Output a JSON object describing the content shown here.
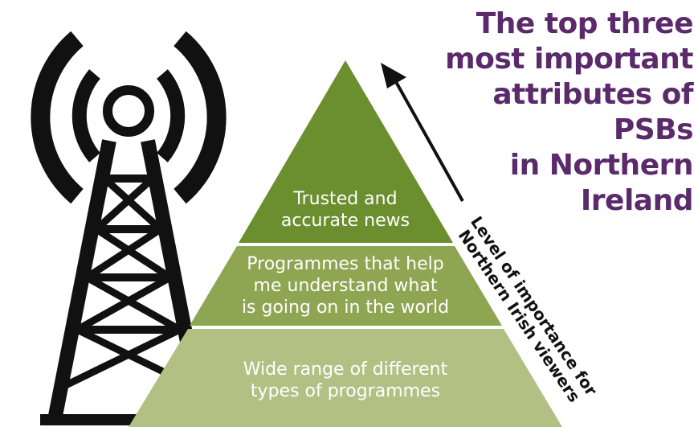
{
  "title": {
    "lines": [
      "The top three",
      "most important",
      "attributes of PSBs",
      "in Northern",
      "Ireland"
    ]
  },
  "pyramid": {
    "tiers": [
      {
        "lines": [
          "Trusted and",
          "accurate news"
        ],
        "color": "#6b8e2f"
      },
      {
        "lines": [
          "Programmes that help",
          "me understand what",
          "is going on in the world"
        ],
        "color": "#8ea551"
      },
      {
        "lines": [
          "Wide range of different",
          "types of programmes"
        ],
        "color": "#b3c084"
      }
    ]
  },
  "axis": {
    "label_lines": [
      "Level of importance for",
      "Northern Irish  viewers"
    ],
    "arrow_color": "#111111"
  },
  "icons": {
    "tower": "radio-tower-icon",
    "arrow": "arrow-up-icon"
  },
  "colors": {
    "title": "#5a2a6b",
    "tower": "#111111"
  }
}
